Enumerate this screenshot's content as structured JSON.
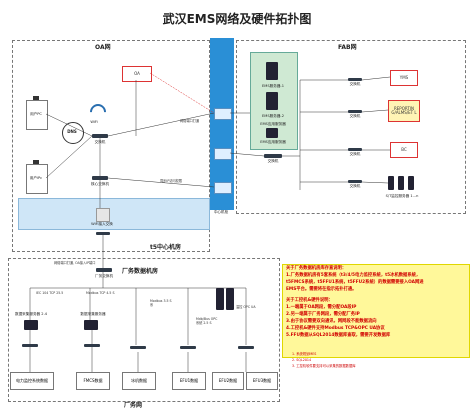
{
  "title": "武汉EMS网络及硬件拓扑图",
  "zones": {
    "oa": "OA网",
    "fab": "FAB网",
    "t5": "t5中心机房",
    "factory_room": "厂务数据机房",
    "factory_net": "厂务网",
    "central_cabinet": "中心机柜"
  },
  "nodes": {
    "oa_box": "OA",
    "ems_server_1": "EMS服务器-1",
    "ems_server_2": "EMS服务器-2",
    "ems_app": "EMS应用服务器",
    "ems_web": "EMS应用服务器",
    "yms": "YMS",
    "reporting": "REPORTIN G/ALMS/ET L",
    "bc": "BC",
    "switch_label": "交换机",
    "core_switch": "核心交换机",
    "firewall": "防火墙",
    "wifi": "WiFi",
    "dns": "DNS",
    "user_pc": "用户PC",
    "user_ipc": "用户iPc",
    "ipc_note": "IPC工控机",
    "sensor": "S/T监控服务器 1...n",
    "wireless": "WiFi接入交换",
    "port_note": "网络端口打通",
    "port_note2": "同步IP访问权限",
    "factory_switch": "厂务交换机",
    "oa_ip_note": "网络端口打通, OA接入IP端口",
    "modbus": "Modbus 3.5 S系",
    "iec": "IEC 104 TCP 25.5",
    "modbus_tcp": "Modbus TCP 4.5 S",
    "opc": "Mdb/Bus OPC 系统 2.5 S",
    "fct": "温控 OPC UA",
    "collector_1": "数据采集服务器 2.4",
    "collector_2": "数据采集服务器",
    "bottom_1": "电力监控系统数据",
    "bottom_2": "FMCS数据",
    "bottom_3": "冰机数据",
    "bottom_4": "EFU1数据",
    "bottom_5": "EFU2数据",
    "bottom_6": "EFU3数据"
  },
  "notes": {
    "dataroom_title": "关于厂务数据机房库存直说明：",
    "dataroom_lines": [
      "1.厂务数据机房有5套系统（t3/4/5电力监控系统，t5冰机数据系统，",
      "t5FMCS系统，t5FFU1系统，t5FFU2系统）的数据需要接入OA网进",
      "EMS平台。需要将在指示拓扑打通。"
    ],
    "industrial_title": "关于工控机&硬件说明：",
    "industrial_lines": [
      "1.一端属于OA网段，需分配OA段IP",
      "2.另一端属于厂务网段，需分配厂务IP",
      "3.由于协议需要双向通讯，网网段不能数据流向",
      "4.工控机&硬件支持Modbus TCP&OPC UA协议",
      "5.FFU数据从SQL2014数据库查取，需要开发数据库"
    ],
    "small_lines": [
      "1. 系统规划MES",
      "2. SQL2014",
      "3. 工控机软件要支持可以采集的数据数据库"
    ]
  }
}
